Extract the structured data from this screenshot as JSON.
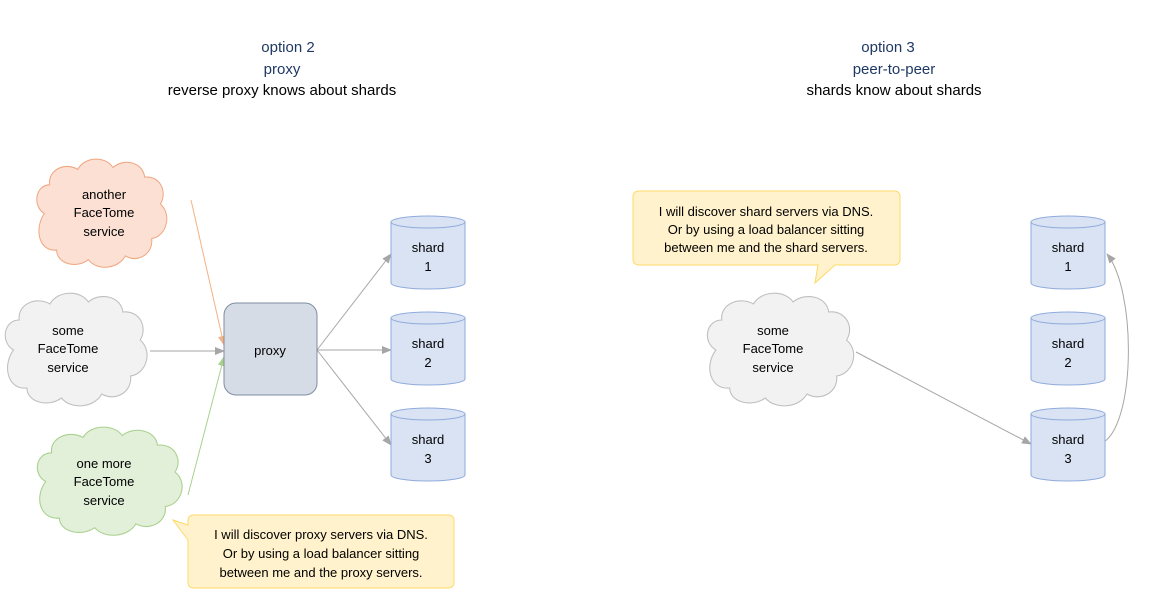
{
  "left": {
    "heading": {
      "line1": "option 2",
      "line2": "proxy",
      "line3": "reverse proxy knows about shards"
    },
    "cloud_another": {
      "line1": "another",
      "line2": "FaceTome",
      "line3": "service"
    },
    "cloud_some": {
      "line1": "some",
      "line2": "FaceTome",
      "line3": "service"
    },
    "cloud_onemore": {
      "line1": "one more",
      "line2": "FaceTome",
      "line3": "service"
    },
    "proxy_label": "proxy",
    "shards": [
      {
        "label": "shard",
        "num": "1"
      },
      {
        "label": "shard",
        "num": "2"
      },
      {
        "label": "shard",
        "num": "3"
      }
    ],
    "callout": {
      "line1": "I will discover proxy servers via DNS.",
      "line2": "Or by using a load balancer sitting",
      "line3": "between me and the proxy servers."
    }
  },
  "right": {
    "heading": {
      "line1": "option 3",
      "line2": "peer-to-peer",
      "line3": "shards know about shards"
    },
    "cloud_some": {
      "line1": "some",
      "line2": "FaceTome",
      "line3": "service"
    },
    "shards": [
      {
        "label": "shard",
        "num": "1"
      },
      {
        "label": "shard",
        "num": "2"
      },
      {
        "label": "shard",
        "num": "3"
      }
    ],
    "callout": {
      "line1": "I will discover shard servers via DNS.",
      "line2": "Or by using a load balancer sitting",
      "line3": "between me and the shard servers."
    }
  },
  "colors": {
    "heading_blue": "#1f3864",
    "cloud_orange_fill": "#fbe0d3",
    "cloud_orange_stroke": "#f0a57f",
    "cloud_gray_fill": "#f2f2f2",
    "cloud_gray_stroke": "#bfbfbf",
    "cloud_green_fill": "#e2efd9",
    "cloud_green_stroke": "#a9d18e",
    "proxy_fill": "#d6dce5",
    "proxy_stroke": "#7f8ea3",
    "shard_fill": "#dae3f3",
    "shard_stroke": "#8faadc",
    "callout_fill": "#fff2cc",
    "callout_stroke": "#ffd966"
  }
}
